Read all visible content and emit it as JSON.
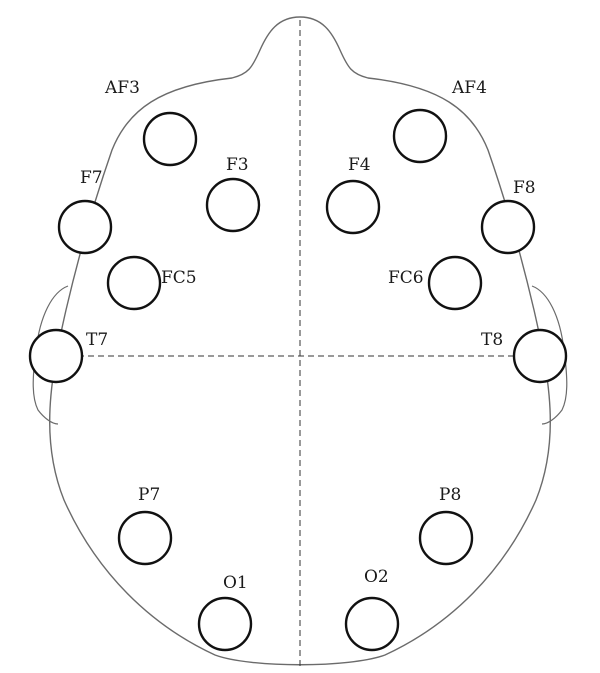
{
  "electrodes": [
    {
      "id": "AF3",
      "label": "AF3"
    },
    {
      "id": "AF4",
      "label": "AF4"
    },
    {
      "id": "F3",
      "label": "F3"
    },
    {
      "id": "F4",
      "label": "F4"
    },
    {
      "id": "F7",
      "label": "F7"
    },
    {
      "id": "F8",
      "label": "F8"
    },
    {
      "id": "FC5",
      "label": "FC5"
    },
    {
      "id": "FC6",
      "label": "FC6"
    },
    {
      "id": "T7",
      "label": "T7"
    },
    {
      "id": "T8",
      "label": "T8"
    },
    {
      "id": "P7",
      "label": "P7"
    },
    {
      "id": "P8",
      "label": "P8"
    },
    {
      "id": "O1",
      "label": "O1"
    },
    {
      "id": "O2",
      "label": "O2"
    }
  ]
}
